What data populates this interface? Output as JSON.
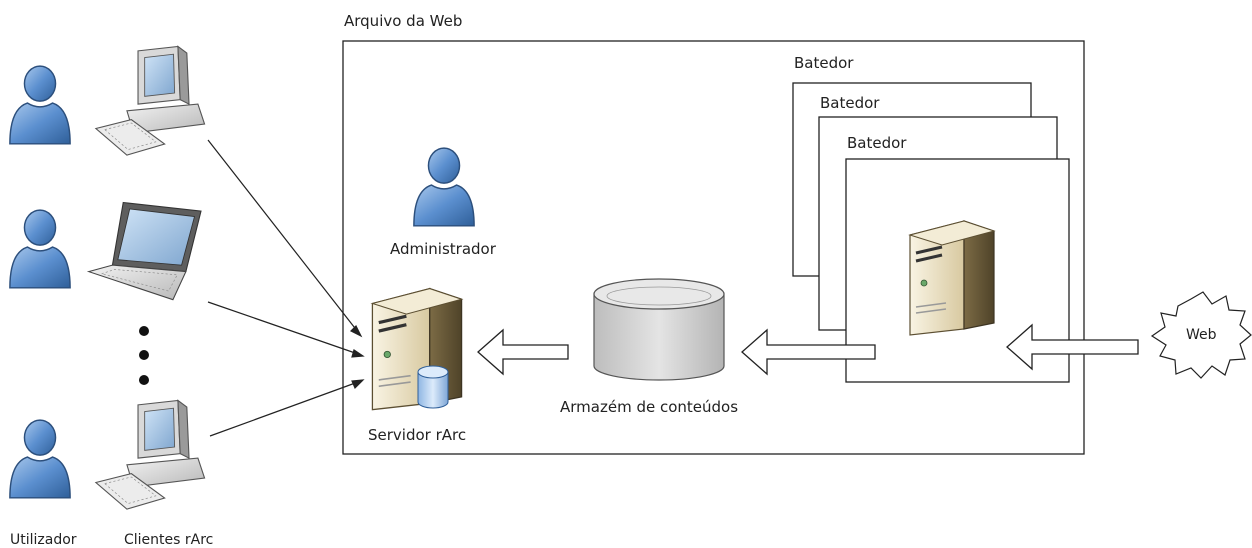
{
  "archive": {
    "title": "Arquivo da Web"
  },
  "crawlers": {
    "labels": [
      "Batedor",
      "Batedor",
      "Batedor"
    ]
  },
  "admin": {
    "label": "Administrador"
  },
  "server": {
    "label": "Servidor rArc"
  },
  "storage": {
    "label": "Armazém de conteúdos"
  },
  "web": {
    "label": "Web"
  },
  "clients": {
    "user_label": "Utilizador",
    "clients_label": "Clientes rArc"
  },
  "colors": {
    "person_blue": "#4f86c6",
    "person_dark": "#2f5f99",
    "server_beige": "#efe6cc",
    "server_dark": "#7a6a44",
    "cylinder_gray": "#cfcfcf",
    "line": "#222222"
  },
  "icons": {
    "person": "user-icon",
    "server": "server-tower-icon",
    "database": "database-icon",
    "cylinder": "storage-cylinder-icon",
    "desktop": "desktop-computer-icon",
    "laptop": "laptop-icon",
    "cloud": "web-starburst-icon"
  }
}
